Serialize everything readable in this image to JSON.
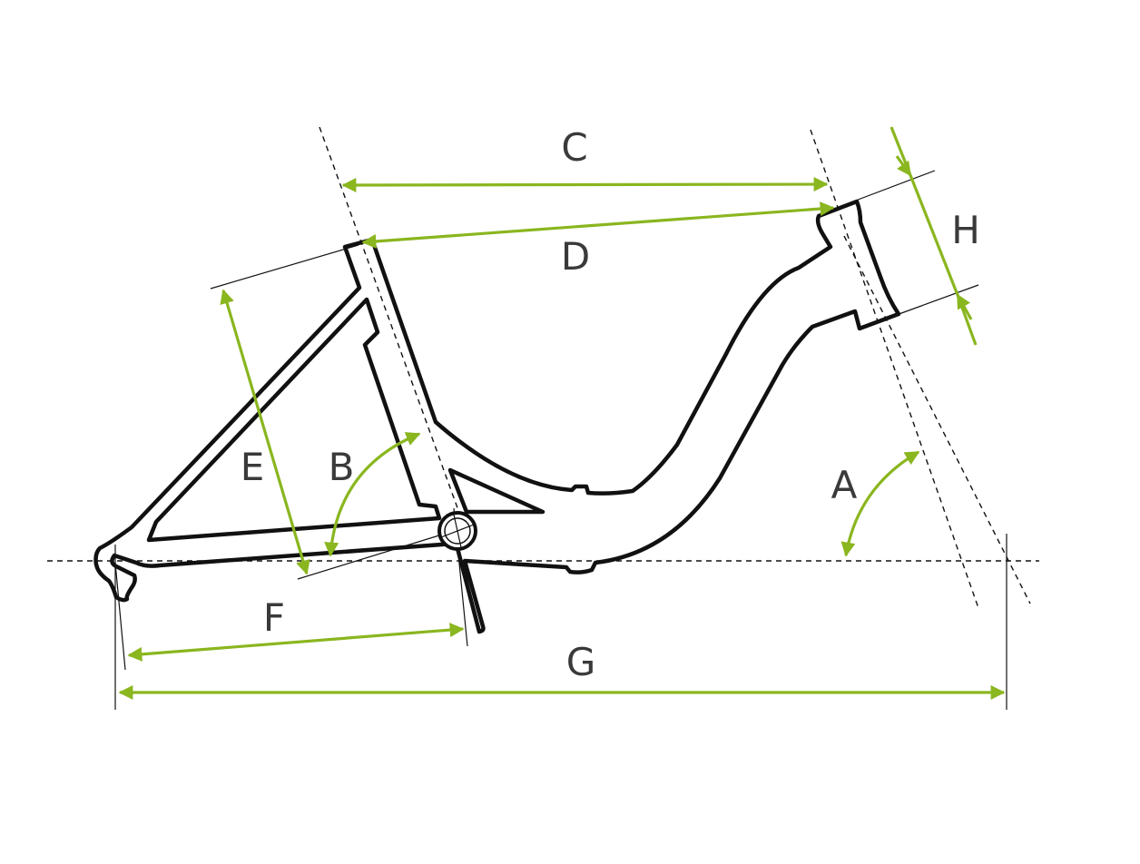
{
  "diagram": {
    "accent_color": "#8ab61f",
    "line_color": "#111111",
    "text_color": "#3a3a3a",
    "labels": {
      "a": "A",
      "b": "B",
      "c": "C",
      "d": "D",
      "e": "E",
      "f": "F",
      "g": "G",
      "h": "H"
    }
  }
}
